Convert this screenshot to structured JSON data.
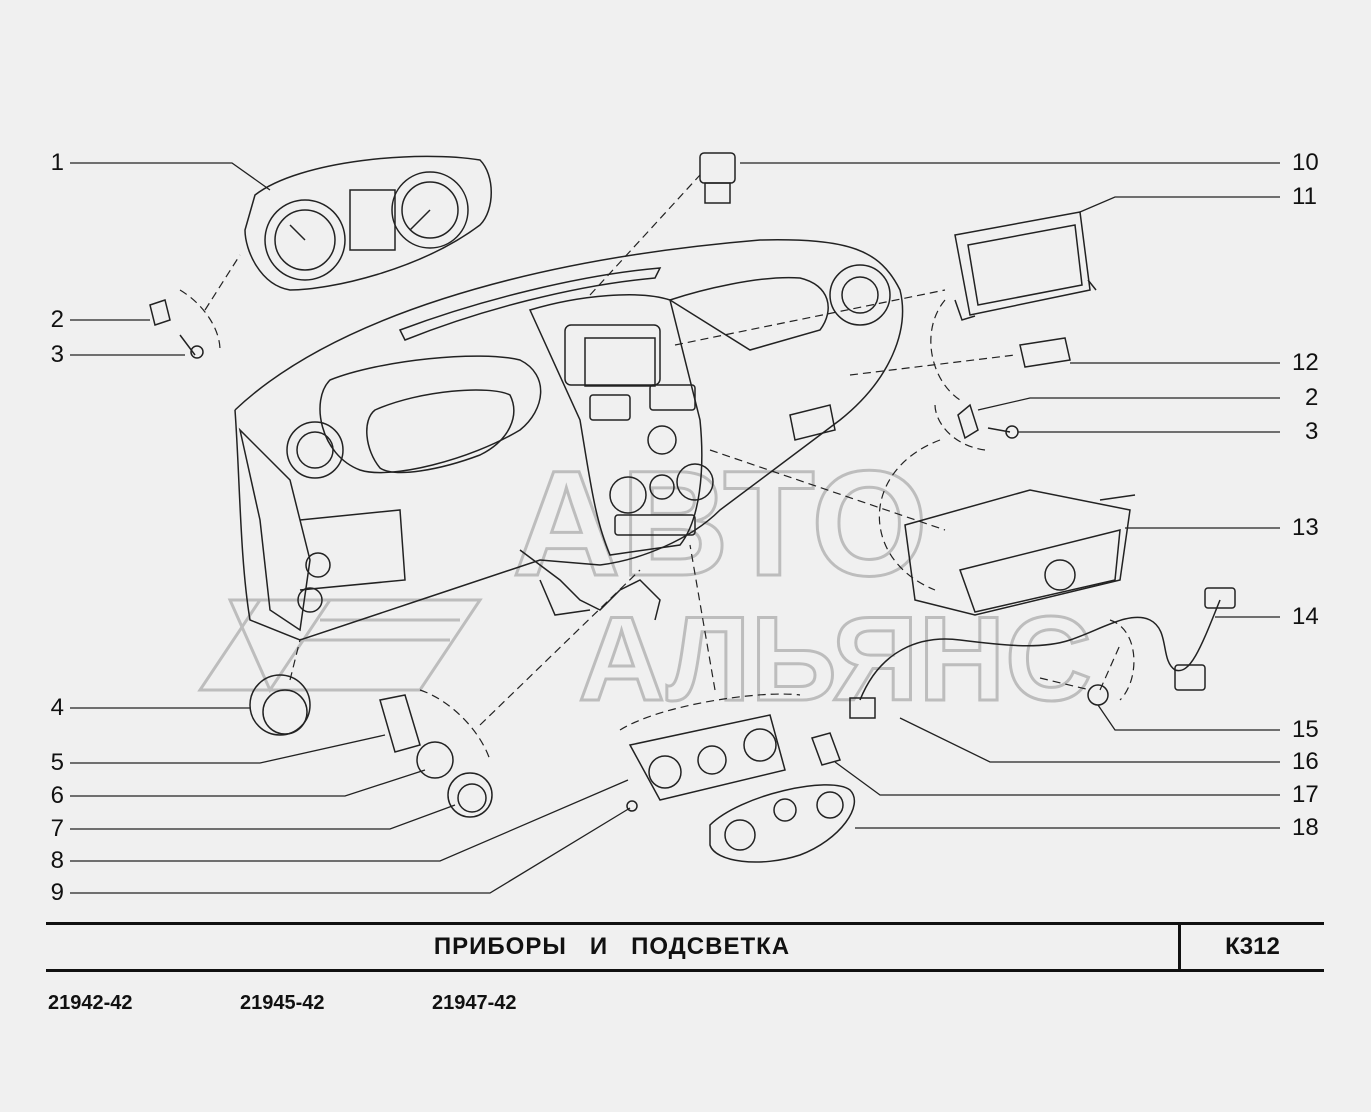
{
  "diagram": {
    "watermark": {
      "line1": "АВТО",
      "line2": "АЛЬЯНС"
    },
    "callouts_left": [
      "1",
      "2",
      "3",
      "4",
      "5",
      "6",
      "7",
      "8",
      "9"
    ],
    "callouts_right": [
      "10",
      "11",
      "12",
      "2",
      "3",
      "13",
      "14",
      "15",
      "16",
      "17",
      "18"
    ]
  },
  "title_block": {
    "title": "ПРИБОРЫ   И   ПОДСВЕТКА",
    "sheet_code": "К312"
  },
  "models": [
    "21942-42",
    "21945-42",
    "21947-42"
  ]
}
